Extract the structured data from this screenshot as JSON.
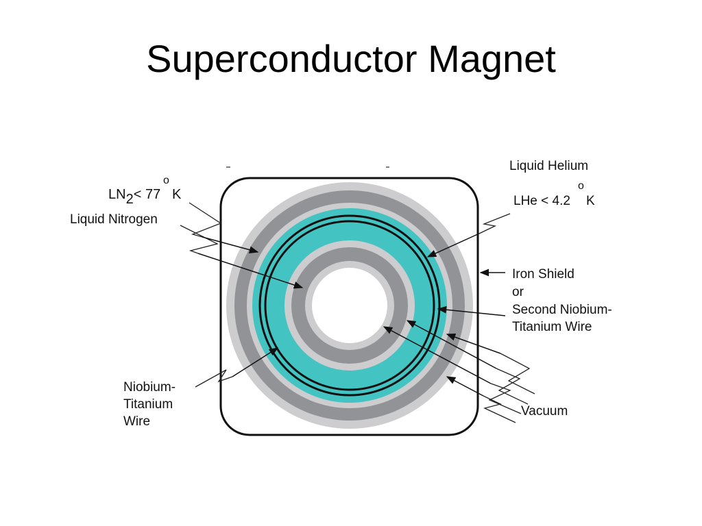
{
  "slide": {
    "title": "Superconductor Magnet"
  },
  "colors": {
    "light_gray": "#cdcdcf",
    "dark_gray": "#929396",
    "teal": "#43c3c1",
    "outline": "#111111",
    "background": "#ffffff"
  },
  "labels": {
    "ln2_prefix": "LN",
    "ln2_sub": "2",
    "ln2_rest": "< 77",
    "ln2_deg": "o",
    "ln2_unit": "K",
    "liquid_nitrogen": "Liquid Nitrogen",
    "liquid_helium": "Liquid Helium",
    "lhe_prefix": "LHe < 4.2",
    "lhe_deg": "o",
    "lhe_unit": "K",
    "iron_shield_line1": "Iron Shield",
    "iron_shield_line2": "or",
    "iron_shield_line3": "Second Niobium-",
    "iron_shield_line4": "Titanium Wire",
    "nbti_line1": "Niobium-",
    "nbti_line2": "Titanium",
    "nbti_line3": "Wire",
    "vacuum": "Vacuum"
  }
}
